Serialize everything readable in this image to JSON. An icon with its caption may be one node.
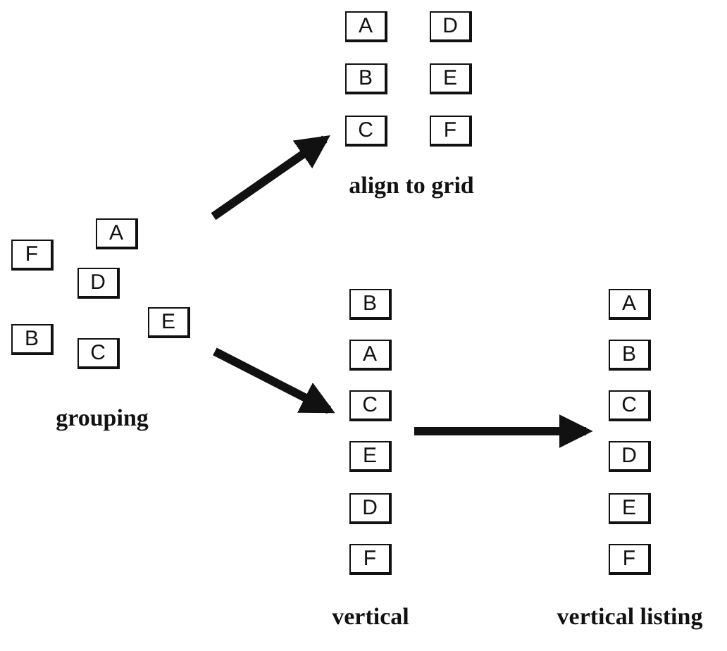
{
  "diagram": {
    "nodes": [
      {
        "text": [
          "align to grid"
        ]
      },
      {
        "text": [
          "A"
        ],
        "in": 0
      },
      {
        "text": [
          "D"
        ],
        "in": 0
      },
      {
        "text": [
          "B"
        ],
        "in": 0
      },
      {
        "text": [
          "E"
        ],
        "in": 0
      },
      {
        "text": [
          "C"
        ],
        "in": 0
      },
      {
        "text": [
          "F"
        ],
        "in": 0
      },
      {
        "text": [
          "grouping"
        ]
      },
      {
        "text": [
          "A"
        ],
        "in": 7
      },
      {
        "text": [
          "F"
        ],
        "in": 7
      },
      {
        "text": [
          "D"
        ],
        "in": 7
      },
      {
        "text": [
          "E"
        ],
        "in": 7
      },
      {
        "text": [
          "B"
        ],
        "in": 7
      },
      {
        "text": [
          "C"
        ],
        "in": 7
      },
      {
        "text": [
          "vertical"
        ]
      },
      {
        "text": [
          "B"
        ],
        "in": 14
      },
      {
        "text": [
          "A"
        ],
        "in": 14
      },
      {
        "text": [
          "C"
        ],
        "in": 14
      },
      {
        "text": [
          "E"
        ],
        "in": 14
      },
      {
        "text": [
          "D"
        ],
        "in": 14
      },
      {
        "text": [
          "F"
        ],
        "in": 14
      },
      {
        "text": [
          "vertical listing"
        ]
      },
      {
        "text": [
          "A"
        ],
        "in": 21
      },
      {
        "text": [
          "B"
        ],
        "in": 21
      },
      {
        "text": [
          "C"
        ],
        "in": 21
      },
      {
        "text": [
          "D"
        ],
        "in": 21
      },
      {
        "text": [
          "E"
        ],
        "in": 21
      },
      {
        "text": [
          "F"
        ],
        "in": 21
      }
    ],
    "edges": [
      {
        "from": 7,
        "to": 0,
        "arrow": "to"
      },
      {
        "from": 7,
        "to": 14,
        "arrow": "to"
      },
      {
        "from": 14,
        "to": 21,
        "arrow": "to"
      }
    ]
  }
}
